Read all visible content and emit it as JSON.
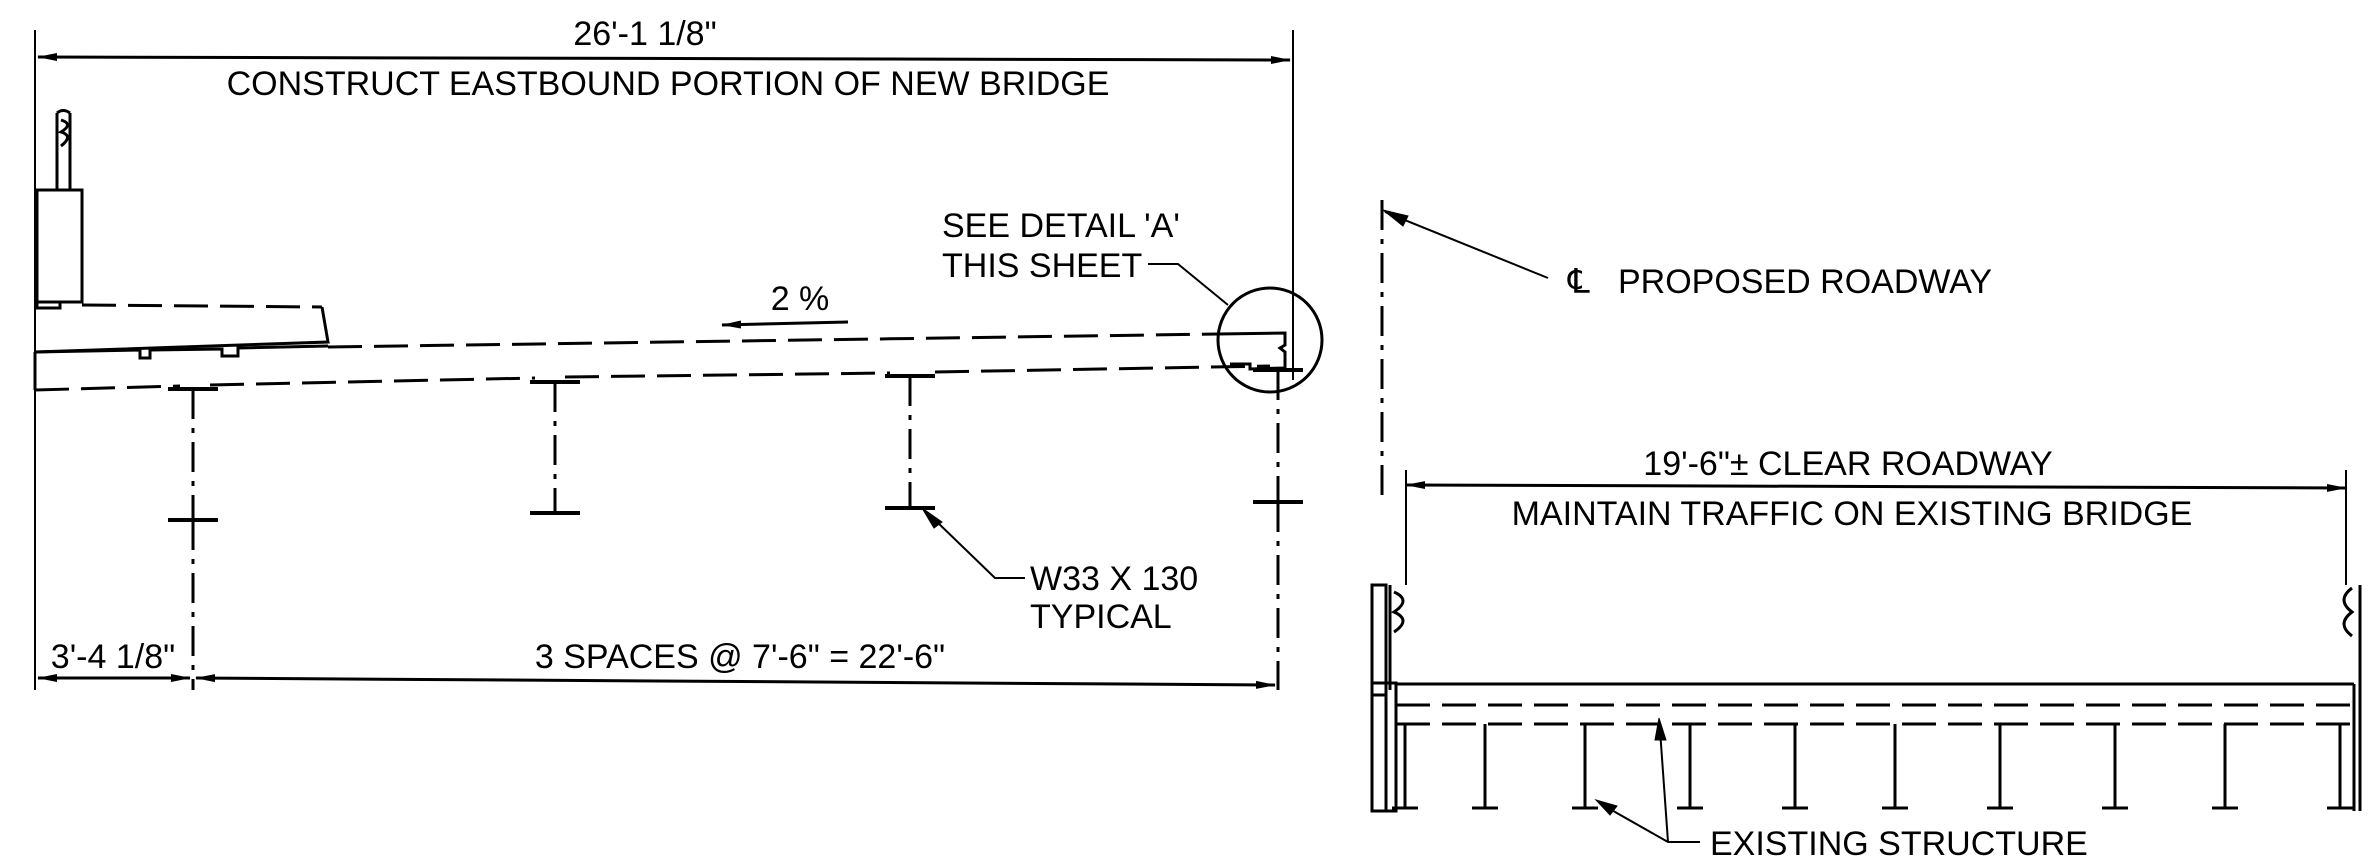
{
  "new_bridge_section": {
    "overall_width": "26'-1 1/8\"",
    "title": "CONSTRUCT EASTBOUND PORTION OF NEW BRIDGE",
    "detail_note_line1": "SEE DETAIL 'A'",
    "detail_note_line2": "THIS SHEET",
    "slope": "2 %",
    "beam_note_line1": "W33 X 130",
    "beam_note_line2": "TYPICAL",
    "overhang": "3'-4 1/8\"",
    "beam_spacing": "3 SPACES @ 7'-6\" = 22'-6\""
  },
  "centerline": {
    "symbol": "℄",
    "label": "PROPOSED ROADWAY"
  },
  "existing_bridge_section": {
    "clear_width": "19'-6\"± CLEAR ROADWAY",
    "note": "MAINTAIN TRAFFIC ON EXISTING BRIDGE",
    "structure_label": "EXISTING STRUCTURE"
  }
}
